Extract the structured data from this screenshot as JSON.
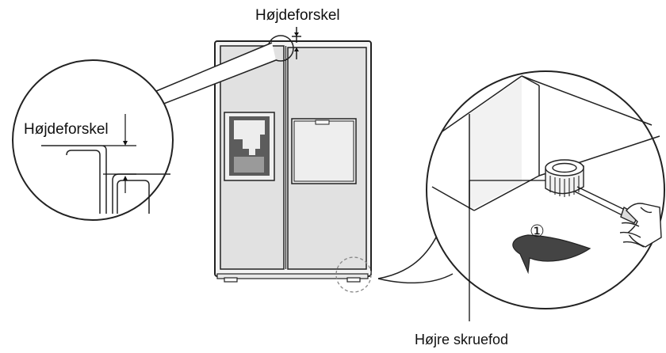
{
  "labels": {
    "height_difference_top": "Højdeforskel",
    "height_difference_zoom": "Højdeforskel",
    "right_screw_foot": "Højre skruefod",
    "step_number": "①"
  },
  "colors": {
    "line": "#222222",
    "panel_fill": "#e1e1e1",
    "frame_fill": "#f4f4f4",
    "dispenser_dark": "#5c5c5c",
    "background": "#ffffff"
  }
}
